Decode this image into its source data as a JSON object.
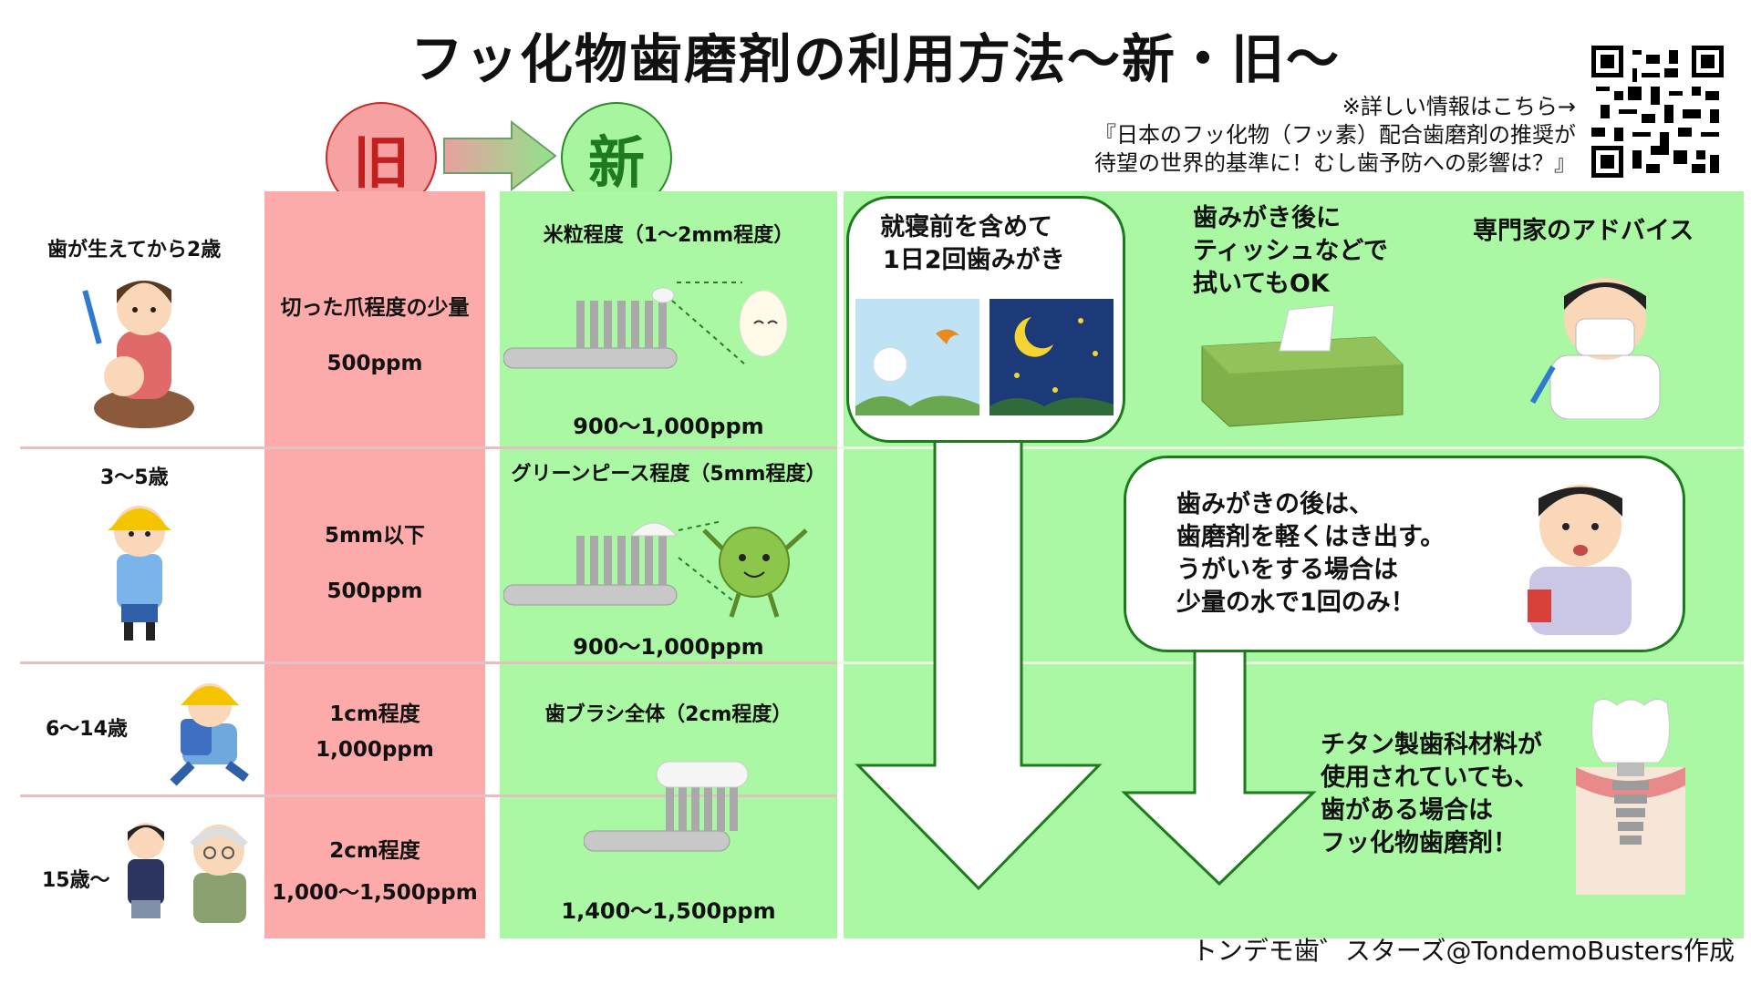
{
  "title": "フッ化物歯磨剤の利用方法～新・旧～",
  "note": {
    "line1": "※詳しい情報はこちら→",
    "line2": "『日本のフッ化物（フッ素）配合歯磨剤の推奨が",
    "line3": "待望の世界的基準に！むし歯予防への影響は？』"
  },
  "header": {
    "old_label": "旧",
    "new_label": "新"
  },
  "rows": [
    {
      "age": "歯が生えてから2歳",
      "old_amount": "切った爪程度の少量",
      "old_ppm": "500ppm",
      "new_amount": "米粒程度（1～2mm程度）",
      "new_ppm": "900～1,000ppm"
    },
    {
      "age": "3～5歳",
      "old_amount": "5mm以下",
      "old_ppm": "500ppm",
      "new_amount": "グリーンピース程度（5mm程度）",
      "new_ppm": "900～1,000ppm"
    },
    {
      "age": "6～14歳",
      "old_amount": "1cm程度",
      "old_ppm": "1,000ppm",
      "new_amount": "歯ブラシ全体（2cm程度）",
      "new_ppm": "1,400～1,500ppm"
    },
    {
      "age": "15歳～",
      "old_amount": "2cm程度",
      "old_ppm": "1,000～1,500ppm"
    }
  ],
  "advice": {
    "bubble1": {
      "line1": "就寝前を含めて",
      "line2": "1日2回歯みがき"
    },
    "tissue": {
      "line1": "歯みがき後に",
      "line2": "ティッシュなどで",
      "line3": "拭いてもOK"
    },
    "expert": "専門家のアドバイス",
    "bubble2": {
      "line1": "歯みがきの後は、",
      "line2": "歯磨剤を軽くはき出す。",
      "line3": "うがいをする場合は",
      "line4": "少量の水で1回のみ！"
    },
    "implant": {
      "line1": "チタン製歯科材料が",
      "line2": "使用されていても、",
      "line3": "歯がある場合は",
      "line4": "フッ化物歯磨剤！"
    }
  },
  "footer": "トンデモ歯゛スターズ@TondemoBusters作成",
  "colors": {
    "old": "#fcaaaa",
    "new": "#aaf8a4",
    "accent_green": "#1d7a1d",
    "accent_red": "#c21f1f"
  }
}
